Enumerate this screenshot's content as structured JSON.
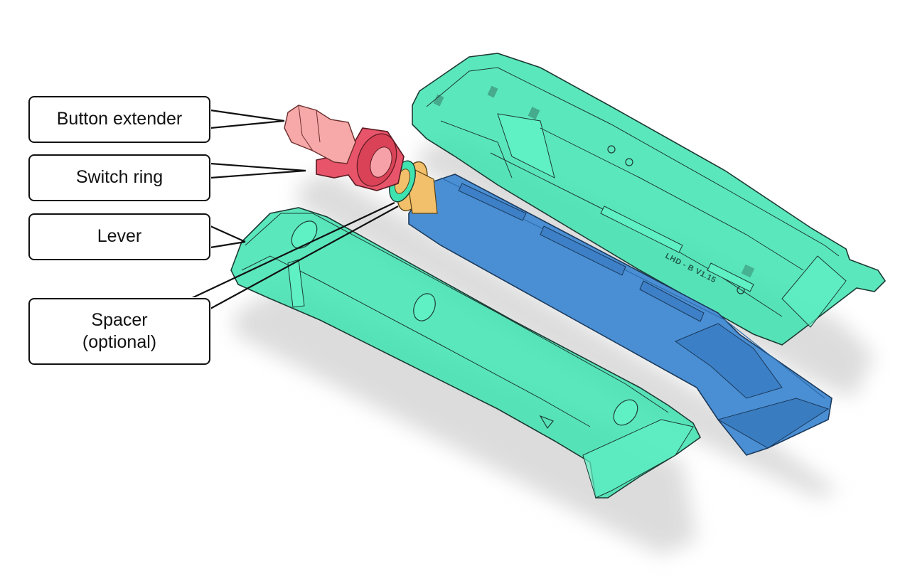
{
  "callouts": {
    "button_extender": "Button extender",
    "switch_ring": "Switch ring",
    "lever": "Lever",
    "spacer_line1": "Spacer",
    "spacer_line2": "(optional)"
  },
  "engraving": "LHD - B  V1.15",
  "colors": {
    "housing": "#3ee3b0",
    "tube": "#4a8fd4",
    "button_extender": "#f7a8a8",
    "switch_ring": "#e8546a",
    "spacer": "#f2c06a",
    "shadow": "#d6d6d6",
    "outline": "#1c3b33"
  }
}
